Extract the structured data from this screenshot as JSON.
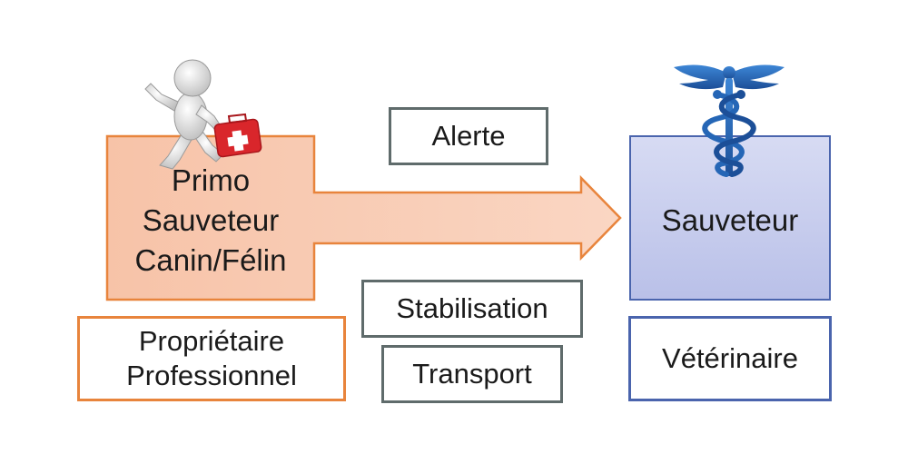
{
  "primo_box": {
    "lines": [
      "Primo",
      "Sauveteur",
      "Canin/Félin"
    ]
  },
  "sauveteur_box": {
    "label": "Sauveteur"
  },
  "alerte_label": "Alerte",
  "stabilisation_label": "Stabilisation",
  "transport_label": "Transport",
  "proprietaire_box": {
    "lines": [
      "Propriétaire",
      "Professionnel"
    ]
  },
  "veterinaire_label": "Vétérinaire",
  "colors": {
    "orange_fill": "#f8c9b0",
    "orange_border": "#e8843c",
    "blue_fill": "#c7cdee",
    "blue_border": "#4a64ad",
    "gray_border": "#5f6b6b",
    "cross_red": "#d9262b",
    "caduceus_blue": "#2566b6"
  },
  "icons": {
    "first_aider": "person-with-first-aid-kit-icon",
    "medical": "caduceus-icon"
  }
}
